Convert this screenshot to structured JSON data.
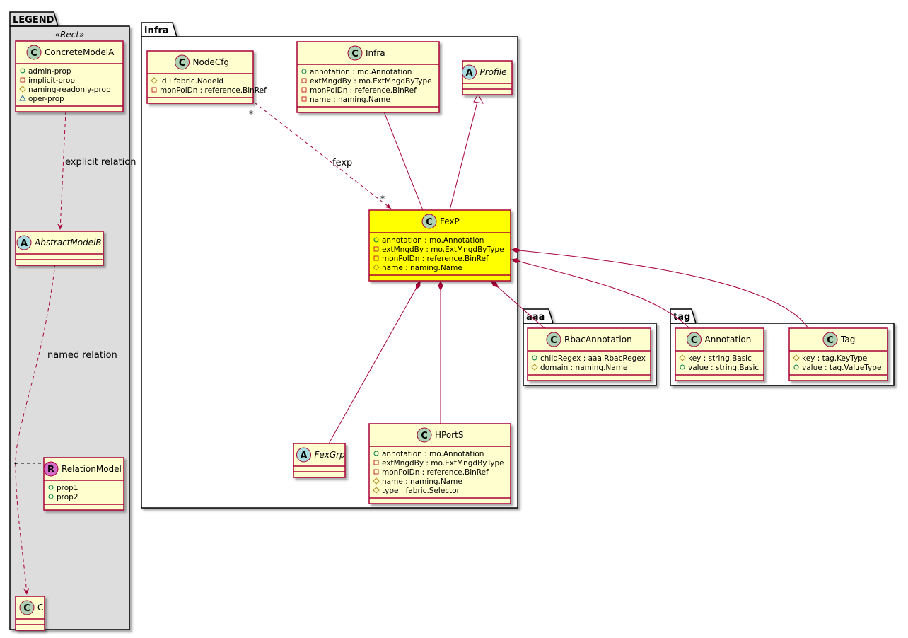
{
  "colors": {
    "class_fill": "#FEFECE",
    "class_border": "#A80036",
    "highlight_fill": "#FFFF00",
    "legend_fill": "#DDDDDD",
    "circle_C": "#ADD1B2",
    "circle_A": "#A9DCDF",
    "circle_R": "#D36BC9",
    "vis_public": "#038048",
    "vis_private": "#C82930",
    "vis_protected": "#B38D22",
    "vis_package": "#1963A0"
  },
  "packages": [
    {
      "id": "legend",
      "name": "LEGEND",
      "stereotype": "«Rect»"
    },
    {
      "id": "infra",
      "name": "infra"
    },
    {
      "id": "aaa",
      "name": "aaa"
    },
    {
      "id": "tag",
      "name": "tag"
    }
  ],
  "classes": [
    {
      "id": "ConcreteModelA",
      "kind": "C",
      "name": "ConcreteModelA",
      "attrs": [
        [
          "+",
          "admin-prop"
        ],
        [
          "-",
          "implicit-prop"
        ],
        [
          "#",
          "naming-readonly-prop"
        ],
        [
          "~",
          "oper-prop"
        ]
      ]
    },
    {
      "id": "AbstractModelB",
      "kind": "A",
      "name": "AbstractModelB",
      "attrs": []
    },
    {
      "id": "RelationModel",
      "kind": "R",
      "name": "RelationModel",
      "attrs": [
        [
          "+",
          "prop1"
        ],
        [
          "+",
          "prop2"
        ]
      ]
    },
    {
      "id": "C",
      "kind": "C",
      "name": "C",
      "attrs": []
    },
    {
      "id": "NodeCfg",
      "kind": "C",
      "name": "NodeCfg",
      "attrs": [
        [
          "#",
          "id : fabric.NodeId"
        ],
        [
          "-",
          "monPolDn : reference.BinRef"
        ]
      ]
    },
    {
      "id": "Infra",
      "kind": "C",
      "name": "Infra",
      "attrs": [
        [
          "+",
          "annotation : mo.Annotation"
        ],
        [
          "-",
          "extMngdBy : mo.ExtMngdByType"
        ],
        [
          "-",
          "monPolDn : reference.BinRef"
        ],
        [
          "-",
          "name : naming.Name"
        ]
      ]
    },
    {
      "id": "Profile",
      "kind": "A",
      "name": "Profile",
      "attrs": []
    },
    {
      "id": "FexP",
      "kind": "C",
      "name": "FexP",
      "highlight": true,
      "attrs": [
        [
          "+",
          "annotation : mo.Annotation"
        ],
        [
          "-",
          "extMngdBy : mo.ExtMngdByType"
        ],
        [
          "-",
          "monPolDn : reference.BinRef"
        ],
        [
          "#",
          "name : naming.Name"
        ]
      ]
    },
    {
      "id": "FexGrp",
      "kind": "A",
      "name": "FexGrp",
      "attrs": []
    },
    {
      "id": "HPortS",
      "kind": "C",
      "name": "HPortS",
      "attrs": [
        [
          "+",
          "annotation : mo.Annotation"
        ],
        [
          "-",
          "extMngdBy : mo.ExtMngdByType"
        ],
        [
          "-",
          "monPolDn : reference.BinRef"
        ],
        [
          "#",
          "name : naming.Name"
        ],
        [
          "#",
          "type : fabric.Selector"
        ]
      ]
    },
    {
      "id": "RbacAnnotation",
      "kind": "C",
      "name": "RbacAnnotation",
      "attrs": [
        [
          "+",
          "childRegex : aaa.RbacRegex"
        ],
        [
          "#",
          "domain : naming.Name"
        ]
      ]
    },
    {
      "id": "Annotation",
      "kind": "C",
      "name": "Annotation",
      "attrs": [
        [
          "#",
          "key : string.Basic"
        ],
        [
          "+",
          "value : string.Basic"
        ]
      ]
    },
    {
      "id": "Tag",
      "kind": "C",
      "name": "Tag",
      "attrs": [
        [
          "#",
          "key : tag.KeyType"
        ],
        [
          "+",
          "value : tag.ValueType"
        ]
      ]
    }
  ],
  "relations": [
    {
      "id": "explicit",
      "from": "ConcreteModelA",
      "to": "AbstractModelB",
      "type": "dependency",
      "label": "explicit relation"
    },
    {
      "id": "named",
      "from": "AbstractModelB",
      "to": "C",
      "type": "dependency",
      "label": "named relation",
      "association_class": "RelationModel"
    },
    {
      "id": "fexp",
      "from": "NodeCfg",
      "to": "FexP",
      "type": "dependency",
      "label": "fexp",
      "from_mult": "*",
      "to_mult": "*"
    },
    {
      "id": "infra-fexp",
      "from": "Infra",
      "to": "FexP",
      "type": "composition"
    },
    {
      "id": "profile-fexp",
      "from": "Profile",
      "to": "FexP",
      "type": "inheritance"
    },
    {
      "id": "fexp-fexgrp",
      "from": "FexP",
      "to": "FexGrp",
      "type": "composition"
    },
    {
      "id": "fexp-hports",
      "from": "FexP",
      "to": "HPortS",
      "type": "composition"
    },
    {
      "id": "fexp-rbac",
      "from": "FexP",
      "to": "RbacAnnotation",
      "type": "composition"
    },
    {
      "id": "fexp-annotation",
      "from": "FexP",
      "to": "Annotation",
      "type": "composition"
    },
    {
      "id": "fexp-tag",
      "from": "FexP",
      "to": "Tag",
      "type": "composition"
    }
  ]
}
